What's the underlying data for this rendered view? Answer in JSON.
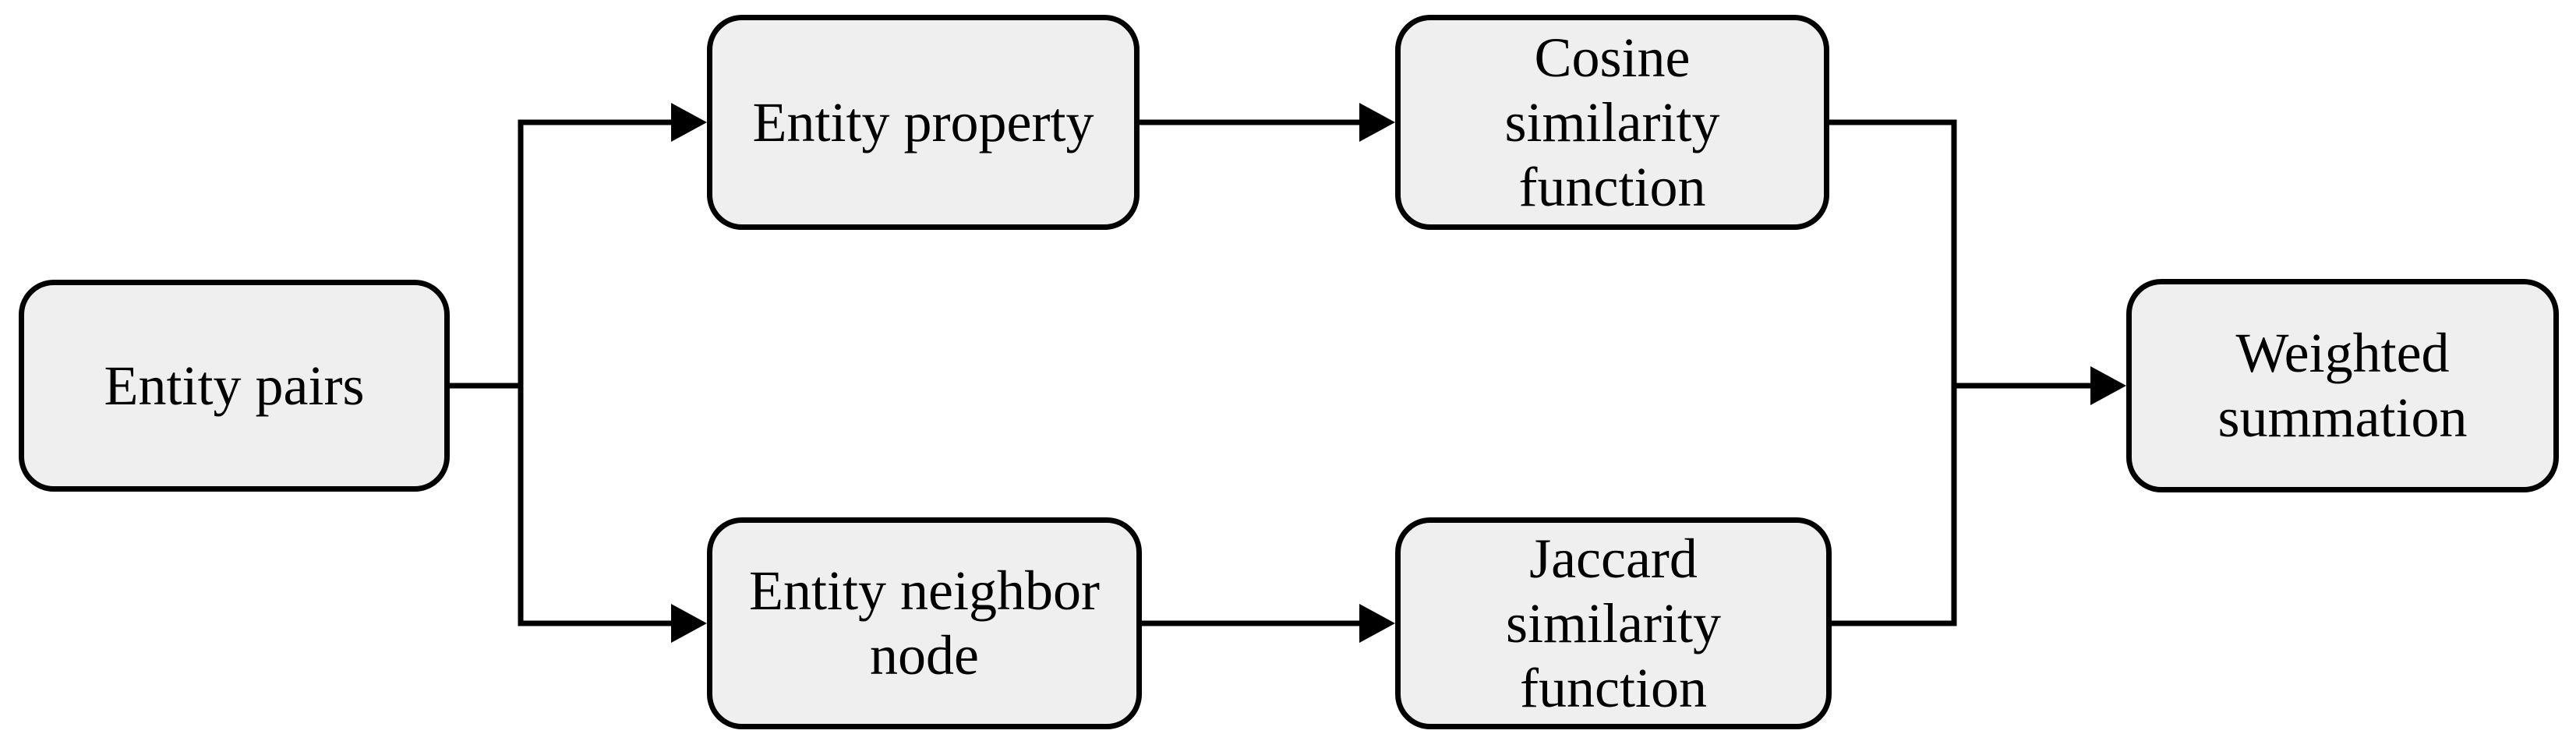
{
  "diagram": {
    "background_color": "#ffffff",
    "node_fill_color": "#efefef",
    "line_color": "#000000",
    "text_color": "#000000",
    "nodes": [
      {
        "id": "entity-pairs",
        "label": "Entity pairs"
      },
      {
        "id": "entity-property",
        "label": "Entity property"
      },
      {
        "id": "cosine-similarity-function",
        "label": "Cosine\nsimilarity\nfunction"
      },
      {
        "id": "entity-neighbor-node",
        "label": "Entity neighbor\nnode"
      },
      {
        "id": "jaccard-similarity-function",
        "label": "Jaccard\nsimilarity\nfunction"
      },
      {
        "id": "weighted-summation",
        "label": "Weighted\nsummation"
      }
    ],
    "edges": [
      {
        "from": "entity-pairs",
        "to": "entity-property"
      },
      {
        "from": "entity-pairs",
        "to": "entity-neighbor-node"
      },
      {
        "from": "entity-property",
        "to": "cosine-similarity-function"
      },
      {
        "from": "entity-neighbor-node",
        "to": "jaccard-similarity-function"
      },
      {
        "from": "cosine-similarity-function",
        "to": "weighted-summation"
      },
      {
        "from": "jaccard-similarity-function",
        "to": "weighted-summation"
      }
    ]
  }
}
